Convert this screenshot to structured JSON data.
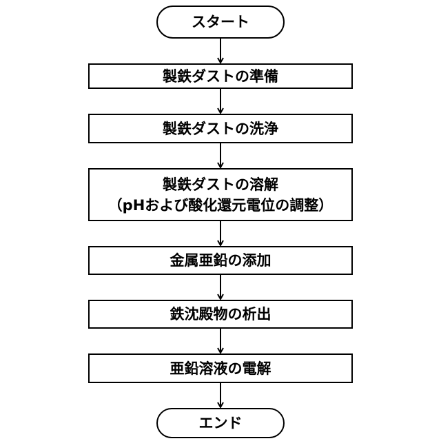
{
  "flowchart": {
    "start": "スタート",
    "steps": [
      {
        "lines": [
          "製鉄ダストの準備"
        ]
      },
      {
        "lines": [
          "製鉄ダストの洗浄"
        ]
      },
      {
        "lines": [
          "製鉄ダストの溶解",
          "（pHおよび酸化還元電位の調整）"
        ]
      },
      {
        "lines": [
          "金属亜鉛の添加"
        ]
      },
      {
        "lines": [
          "鉄沈殿物の析出"
        ]
      },
      {
        "lines": [
          "亜鉛溶液の電解"
        ]
      }
    ],
    "end": "エンド"
  }
}
